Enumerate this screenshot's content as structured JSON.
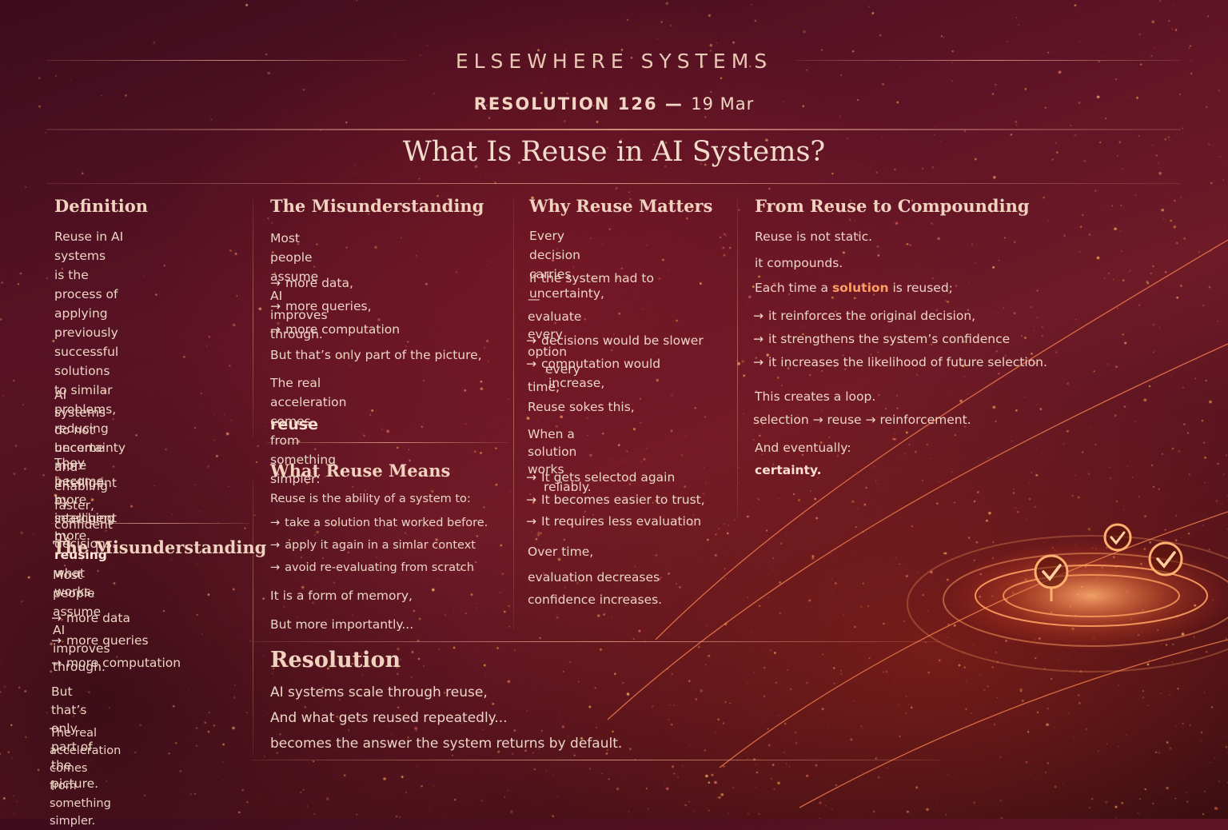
{
  "header": {
    "brand": "ELSEWHERE SYSTEMS",
    "resolution": "RESOLUTION 126 —",
    "date": "19 Mar",
    "title": "What Is Reuse in AI Systems?"
  },
  "definition": {
    "heading": "Definition",
    "lines": [
      "Reuse in AI systems",
      "is the process of applying",
      "previously successful",
      "solutions to similar",
      "problems, reducing",
      "uncertainty and",
      "enabling faster, confident",
      "decisions."
    ],
    "p2": [
      "AI systems do not",
      "become more intelligent",
      "by searching more."
    ],
    "p3_a": "They become more",
    "p3_b_pre": "intelligent by ",
    "p3_b_bold": "reusing",
    "p3_c": "what works."
  },
  "misunderstanding_left": {
    "heading": "The Misunderstanding",
    "intro": [
      "Most people assume AI",
      "improves through."
    ],
    "items": [
      "more data",
      "more queries",
      "more computation"
    ],
    "p2": [
      "But that’s only part of the",
      "picture."
    ],
    "p3": [
      "The real acceleration comes",
      "from something simpler."
    ]
  },
  "misunderstanding_mid": {
    "heading": "The Misunderstanding",
    "intro": [
      "Most people assume AI",
      "improves through."
    ],
    "items": [
      "more data,",
      "more queries,",
      "more computation"
    ],
    "p2": "But that’s only part of the picture,",
    "p3": [
      "The real acceleration comes",
      "from something simpler:"
    ],
    "keyword": "reuse"
  },
  "what_reuse_means": {
    "heading": "What Reuse Means",
    "intro": "Reuse is the ability of a system to:",
    "items": [
      "take a solution that worked before.",
      "apply it again in a simlar context",
      "avoid re-evaluating from scratch"
    ],
    "p2": "It is a form of memory,",
    "p3": "But more importantly..."
  },
  "why_reuse_matters": {
    "heading": "Why Reuse Matters",
    "p1": [
      "Every decision carries",
      "uncertainty,"
    ],
    "p2": "If the system had to",
    "dash_item": [
      "— evaluate every option",
      "every time,"
    ],
    "items": [
      [
        "decisions would be slower"
      ],
      [
        "computation would",
        "increase,"
      ]
    ],
    "p3": "Reuse sokes this,",
    "p4": [
      "When a solution works",
      "reliably."
    ],
    "items2": [
      "It gets selectod again",
      "It becomes easier to trust,",
      "It requires less evaluation"
    ],
    "p5": "Over time,",
    "p6": "evaluation decreases",
    "p7": "confidence increases."
  },
  "compounding": {
    "heading": "From Reuse to Compounding",
    "p1": "Reuse is not static.",
    "p2": "it compounds.",
    "p3_pre": "Each time a ",
    "p3_hl": "solution",
    "p3_post": " is reused;",
    "items": [
      "it reinforces the original decision,",
      "it strengthens the system’s confidence",
      "it increases the likelihood of future selection."
    ],
    "p4": "This creates a loop.",
    "loop": [
      "selection",
      "reuse",
      "reinforcement."
    ],
    "p5": "And eventually:",
    "p6": "certainty."
  },
  "resolution": {
    "heading": "Resolution",
    "lines": [
      "AI systems scale through reuse,",
      "And what gets reused repeatedly...",
      "becomes the answer the system returns by default."
    ]
  },
  "colors": {
    "accent": "#ff9c62",
    "text": "#ecd5c4",
    "background": "#5e1426"
  },
  "icons": [
    "arrow-right-icon",
    "check-badge-icon"
  ]
}
